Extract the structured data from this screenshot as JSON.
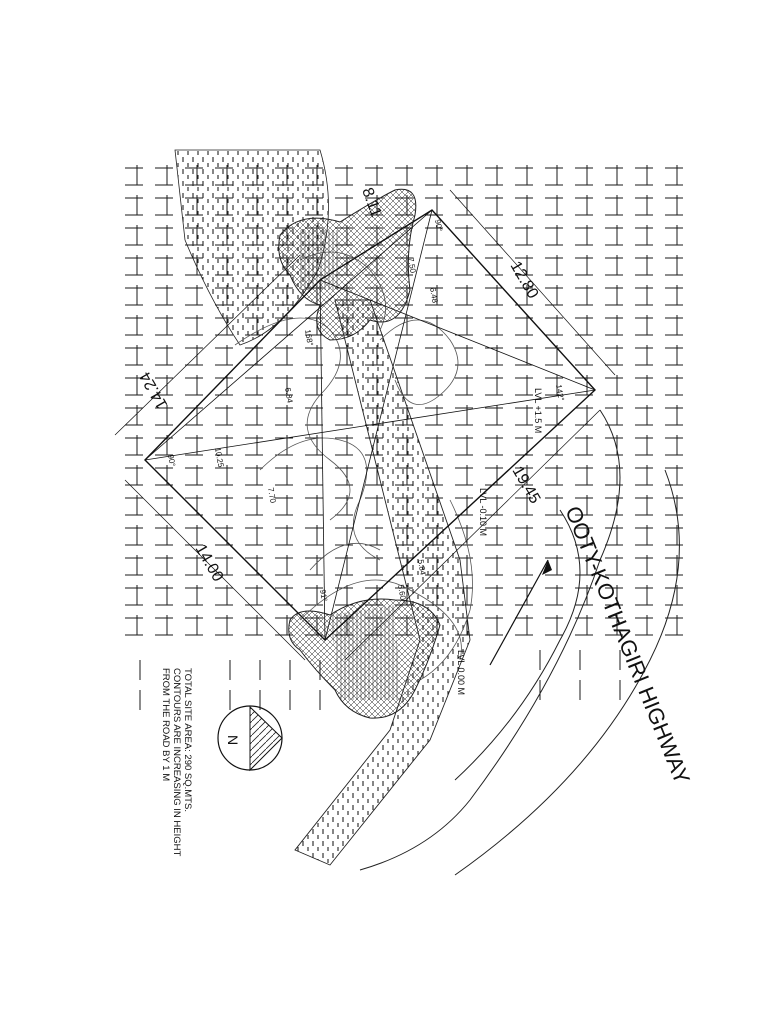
{
  "site": {
    "dimensions": {
      "north_west": "8.11",
      "north_east": "12.80",
      "west": "14.24",
      "south_west": "14.00",
      "east": "19.45"
    },
    "angles": {
      "a1": "168°",
      "a2": "142°",
      "a3": "91°",
      "a4": "90°",
      "a5": "90°"
    },
    "diagonals": {
      "d1": "6.84",
      "d2": "10.25",
      "d3": "7.70",
      "d4": "6.48",
      "d5": "5.60",
      "d6": "7.50",
      "d7": "5.84"
    },
    "levels": {
      "lvl1": "LVL +1.5 M",
      "lvl2": "LVL -0.10 M",
      "lvl3": "LVL  0.00 M"
    }
  },
  "road": {
    "name": "OOTY-KOTHAGIRI HIGHWAY"
  },
  "notes": {
    "line1": "TOTAL SITE AREA: 290 SQ.MTS.",
    "line2": "CONTOURS ARE INCREASING IN HEIGHT",
    "line3": "FROM THE ROAD BY 1 M"
  },
  "north_arrow": {
    "label": "N"
  },
  "colors": {
    "ink": "#111111",
    "grid": "#1a1a1a",
    "contour": "#555555"
  }
}
